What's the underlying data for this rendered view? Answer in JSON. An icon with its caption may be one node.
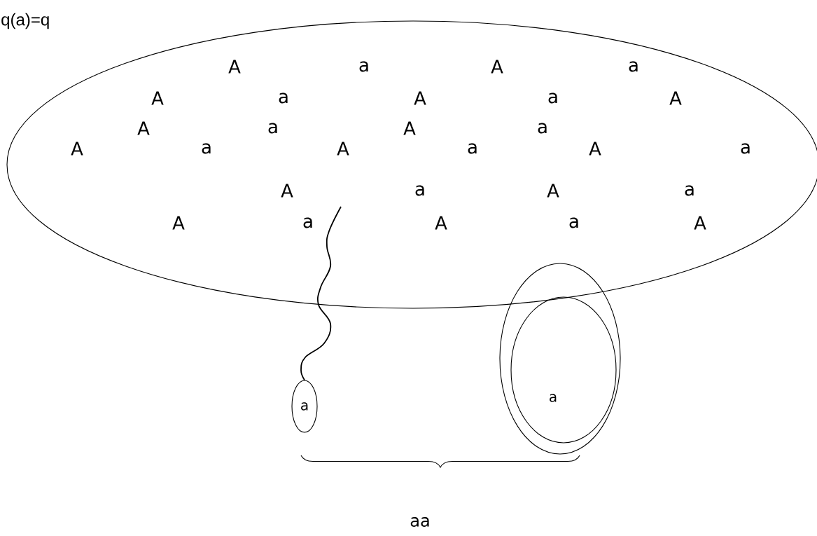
{
  "diagram": {
    "nodes": [
      {
        "text": [
          "A",
          "a",
          "A",
          "a",
          "A",
          "a",
          "A",
          "a",
          "A",
          "A",
          "a",
          "A",
          "a",
          "A",
          "a",
          "A",
          "a",
          "A",
          "a",
          "A",
          "a",
          "A",
          "a",
          "A",
          "a",
          "A",
          "a",
          "A"
        ]
      },
      {
        "text": [
          "a"
        ]
      },
      {
        "text": [],
        "shape": "circle"
      },
      {
        "text": [
          "a"
        ],
        "in": 2
      }
    ],
    "edges": [
      {
        "from": 0,
        "to": 1,
        "arrow": "none"
      }
    ],
    "labels": [
      "q(a)=q",
      "aa"
    ]
  }
}
